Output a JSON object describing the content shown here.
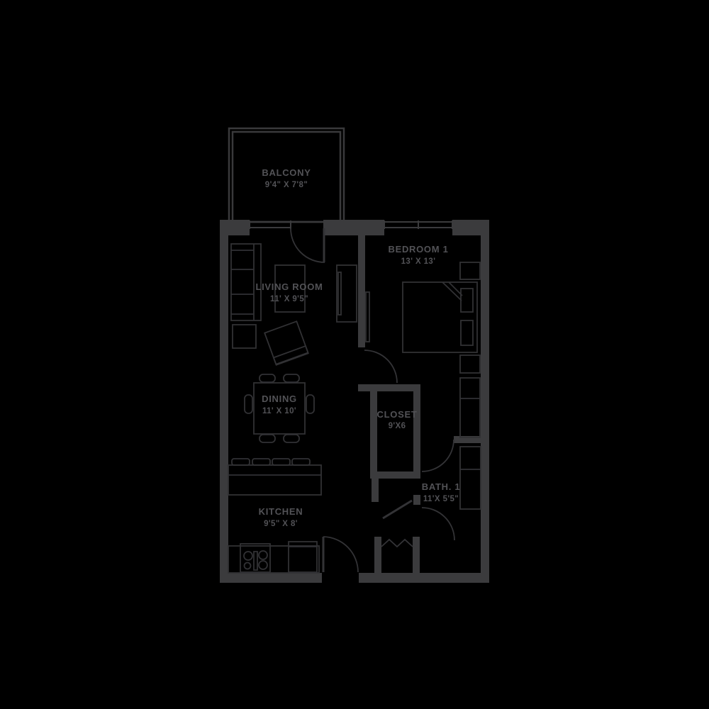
{
  "page": {
    "type": "apartment floor plan",
    "background": "#000000"
  },
  "colors": {
    "background": "#000000",
    "wall": "#3b3b3d",
    "furniture_line": "#313134",
    "label_text": "#525256"
  },
  "rooms": {
    "balcony": {
      "name": "BALCONY",
      "dims": "9'4\" X 7'8\""
    },
    "living": {
      "name": "LIVING ROOM",
      "dims": "11' X 9'5\""
    },
    "bedroom1": {
      "name": "BEDROOM 1",
      "dims": "13' X 13'"
    },
    "dining": {
      "name": "DINING",
      "dims": "11' X 10'"
    },
    "closet": {
      "name": "CLOSET",
      "dims": "9'X6"
    },
    "kitchen": {
      "name": "KITCHEN",
      "dims": "9'5\" X 8'"
    },
    "bath1": {
      "name": "BATH. 1",
      "dims": "11'X 5'5\""
    }
  }
}
